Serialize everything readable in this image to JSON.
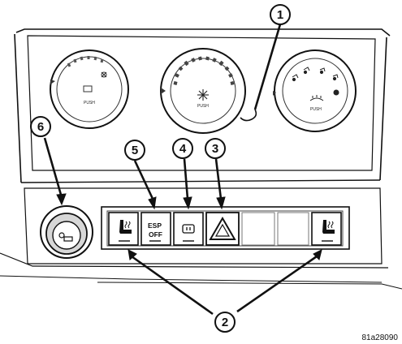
{
  "knobs": {
    "left_label": "PUSH",
    "center_label": "PUSH",
    "right_label": "PUSH"
  },
  "buttons": {
    "esp_line1": "ESP",
    "esp_line2": "OFF"
  },
  "callouts": {
    "c1": "1",
    "c2": "2",
    "c3": "3",
    "c4": "4",
    "c5": "5",
    "c6": "6"
  },
  "figure_ref": "81a28090",
  "icons": [
    "fan-icon",
    "defrost-icon",
    "ac-snowflake-icon",
    "airflow-mode-icon",
    "heated-seat-icon",
    "esp-off-icon",
    "rear-defrost-icon",
    "hazard-triangle-icon",
    "power-outlet-icon"
  ]
}
